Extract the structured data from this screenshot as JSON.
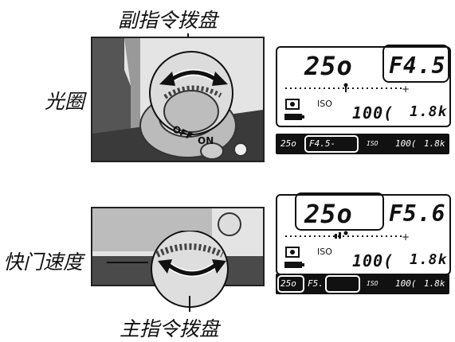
{
  "labels": {
    "sub_dial": "副指令拨盘",
    "aperture": "光圈",
    "shutter_speed": "快门速度",
    "main_dial": "主指令拨盘"
  },
  "camera_text": {
    "off": "OFF",
    "on": "ON"
  },
  "top_panel": {
    "shutter": "25o",
    "aperture": "F4.5",
    "iso_label": "ISO",
    "iso_value": "100(",
    "ev": "1.8k"
  },
  "top_strip": {
    "shutter": "25o",
    "aperture": "F4.5-",
    "iso": "ISO",
    "iso_value": "100(",
    "ev": "1.8k"
  },
  "bottom_panel": {
    "shutter": "25o",
    "aperture": "F5.6",
    "iso_label": "ISO",
    "iso_value": "100(",
    "ev": "1.8k"
  },
  "bottom_strip": {
    "shutter": "25o",
    "aperture": "F5.",
    "iso": "ISO",
    "iso_value": "100(",
    "ev": "1.8k"
  }
}
